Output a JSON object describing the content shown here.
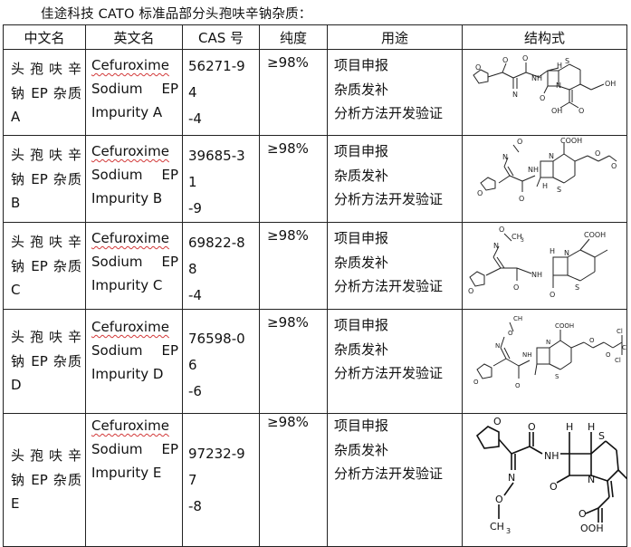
{
  "title": "佳途科技 CATO 标准品部分头孢呋辛钠杂质：",
  "headers": {
    "cn_name": "中文名",
    "en_name": "英文名",
    "cas": "CAS 号",
    "purity": "纯度",
    "usage": "用途",
    "structure": "结构式"
  },
  "rows": [
    {
      "cn_name": "头孢呋辛钠 EP 杂质 A",
      "cn_line1": "头孢呋辛",
      "cn_line2": "钠 EP 杂质",
      "cn_line3": "A",
      "en_line1": "Cefuroxime",
      "en_line2a": "Sodium",
      "en_line2b": "EP",
      "en_line3": "Impurity A",
      "cas_line1": "56271-94",
      "cas_line2": "-4",
      "purity": "≥98%",
      "usage": [
        "项目申报",
        "杂质发补",
        "分析方法开发验证"
      ]
    },
    {
      "cn_name": "头孢呋辛钠 EP 杂质 B",
      "cn_line1": "头孢呋辛",
      "cn_line2": "钠 EP 杂质",
      "cn_line3": "B",
      "en_line1": "Cefuroxime",
      "en_line2a": "Sodium",
      "en_line2b": "EP",
      "en_line3": "Impurity B",
      "cas_line1": "39685-31",
      "cas_line2": "-9",
      "purity": "≥98%",
      "usage": [
        "项目申报",
        "杂质发补",
        "分析方法开发验证"
      ]
    },
    {
      "cn_name": "头孢呋辛钠 EP 杂质 C",
      "cn_line1": "头孢呋辛",
      "cn_line2": "钠 EP 杂质",
      "cn_line3": "C",
      "en_line1": "Cefuroxime",
      "en_line2a": "Sodium",
      "en_line2b": "EP",
      "en_line3": "Impurity C",
      "cas_line1": "69822-88",
      "cas_line2": "-4",
      "purity": "≥98%",
      "usage": [
        "项目申报",
        "杂质发补",
        "分析方法开发验证"
      ]
    },
    {
      "cn_name": "头孢呋辛钠 EP 杂质 D",
      "cn_line1": "头孢呋辛",
      "cn_line2": "钠 EP 杂质",
      "cn_line3": "D",
      "en_line1": "Cefuroxime",
      "en_line2a": "Sodium",
      "en_line2b": "EP",
      "en_line3": "Impurity D",
      "cas_line1": "76598-06",
      "cas_line2": "-6",
      "purity": "≥98%",
      "usage": [
        "项目申报",
        "杂质发补",
        "分析方法开发验证"
      ]
    },
    {
      "cn_name": "头孢呋辛钠 EP 杂质 E",
      "cn_line1": "头孢呋辛",
      "cn_line2": "钠 EP 杂质",
      "cn_line3": "E",
      "en_line1": "Cefuroxime",
      "en_line2a": "Sodium",
      "en_line2b": "EP",
      "en_line3": "Impurity E",
      "cas_line1": "97232-97",
      "cas_line2": "-8",
      "purity": "≥98%",
      "usage": [
        "项目申报",
        "杂质发补",
        "分析方法开发验证"
      ]
    }
  ],
  "structure_labels": {
    "O": "O",
    "N": "N",
    "S": "S",
    "H": "H",
    "NH": "NH",
    "OH": "OH",
    "COOH": "COOH",
    "CH3": "CH3",
    "CH3_sub": "3",
    "CH": "CH",
    "CL": "Cl",
    "COOH_vertical": "OOH"
  }
}
